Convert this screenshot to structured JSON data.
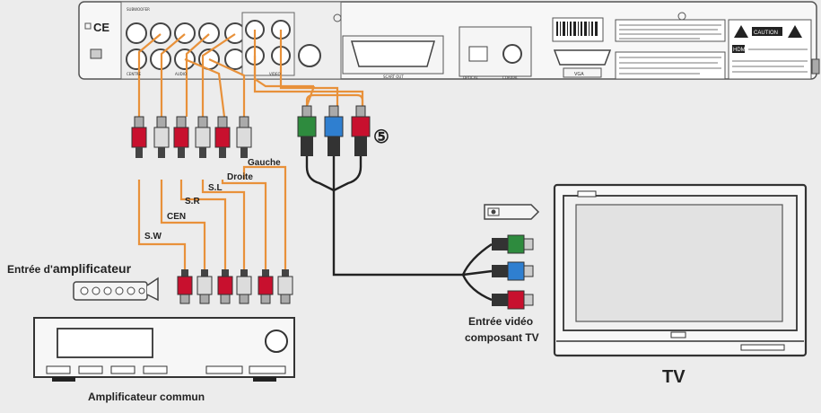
{
  "panel": {
    "ce_mark": "CE",
    "jack_labels": [
      "SUBWOOFER",
      "CENTRE",
      "AUDIO",
      "VIDEO"
    ],
    "port_labels": [
      "SCART OUT",
      "OPTICAL",
      "COAXIAL",
      "VGA"
    ],
    "caution": "CAUTION",
    "hdmi": "HDMI"
  },
  "cable_labels": {
    "sw": "S.W",
    "cen": "CEN",
    "sr": "S.R",
    "sl": "S.L",
    "droite": "Droite",
    "gauche": "Gauche"
  },
  "step_marker": "⑤",
  "amp_input_prefix": "Entrée d'",
  "amp_input_bold": "amplificateur",
  "amp_caption": "Amplificateur commun",
  "tv_input_line1": "Entrée vidéo",
  "tv_input_line2": "composant TV",
  "tv_caption": "TV",
  "colors": {
    "audio_wire": "#e8913a",
    "video_wire": "#222222",
    "plug_red": "#c8102e",
    "plug_white": "#dcdcdc",
    "plug_green": "#2e8b3e",
    "plug_blue": "#2f7fd0"
  }
}
